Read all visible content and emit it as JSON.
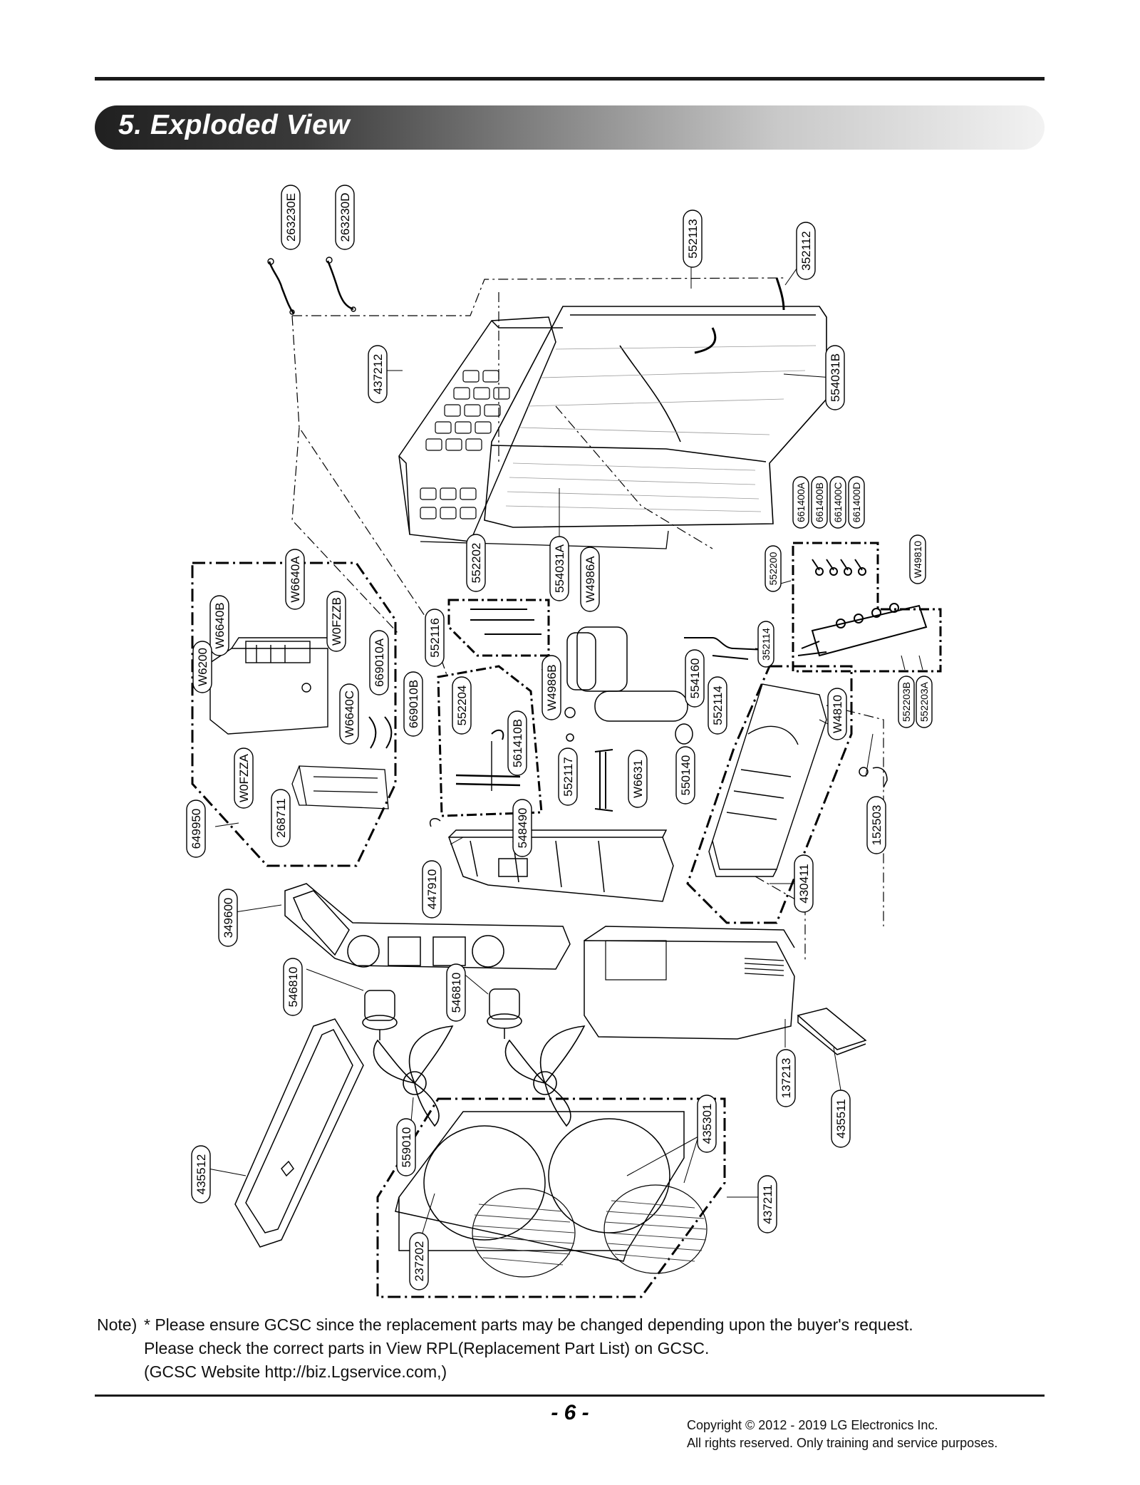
{
  "section": {
    "title": "5. Exploded View"
  },
  "parts": {
    "p263230E": "263230E",
    "p263230D": "263230D",
    "p552113": "552113",
    "p352112": "352112",
    "p437212": "437212",
    "p554031B": "554031B",
    "p552202": "552202",
    "p554031A": "554031A",
    "pW4986A": "W4986A",
    "p661400A": "661400A",
    "p661400B": "661400B",
    "p661400C": "661400C",
    "p661400D": "661400D",
    "p552200": "552200",
    "pW49810": "W49810",
    "pW6640A": "W6640A",
    "pW6640B": "W6640B",
    "pW0FZZB": "W0FZZB",
    "pW6200": "W6200",
    "p669010A": "669010A",
    "p669010B": "669010B",
    "pW6640C": "W6640C",
    "pW0FZZA": "W0FZZA",
    "p268711": "268711",
    "p649950": "649950",
    "p552116": "552116",
    "pW4986B": "W4986B",
    "p552204": "552204",
    "p561410B": "561410B",
    "p552117": "552117",
    "p548490": "548490",
    "p554160": "554160",
    "p552114": "552114",
    "p352114": "352114",
    "pW6631": "W6631",
    "p550140": "550140",
    "pW4810": "W4810",
    "p552203B": "552203B",
    "p552203A": "552203A",
    "p152503": "152503",
    "p430411": "430411",
    "p447910": "447910",
    "p349600": "349600",
    "p546810A": "546810",
    "p546810B": "546810",
    "p137213": "137213",
    "p435511": "435511",
    "p559010": "559010",
    "p435301": "435301",
    "p435512": "435512",
    "p437211": "437211",
    "p237202": "237202"
  },
  "note": {
    "prefix": "Note)",
    "line1": "* Please ensure GCSC since the replacement parts may be changed depending upon the buyer's request.",
    "line2": "Please check  the correct parts in View RPL(Replacement Part List) on GCSC.",
    "line3": "(GCSC Website  http://biz.Lgservice.com,)"
  },
  "footer": {
    "page": "- 6 -",
    "copyright1": "Copyright © 2012 - 2019 LG Electronics Inc.",
    "copyright2": "All rights reserved. Only training and service purposes."
  }
}
